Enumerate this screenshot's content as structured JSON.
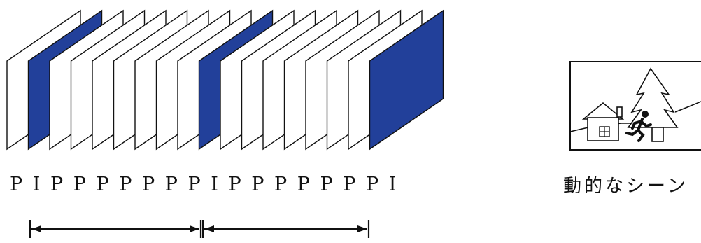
{
  "frame_sequence": {
    "types": [
      "P",
      "I",
      "P",
      "P",
      "P",
      "P",
      "P",
      "P",
      "P",
      "I",
      "P",
      "P",
      "P",
      "P",
      "P",
      "P",
      "P",
      "I"
    ],
    "label": "P I P P P P P P P I P P P P P P P I",
    "colors": {
      "I": "#22409A",
      "P": "#FFFFFF",
      "outline": "#111111"
    }
  },
  "intervals": {
    "count": 2,
    "style": "double-headed-arrow"
  },
  "scene": {
    "caption": "動的なシーン",
    "elements": [
      "house-icon",
      "tree-icon",
      "running-person-icon"
    ]
  }
}
